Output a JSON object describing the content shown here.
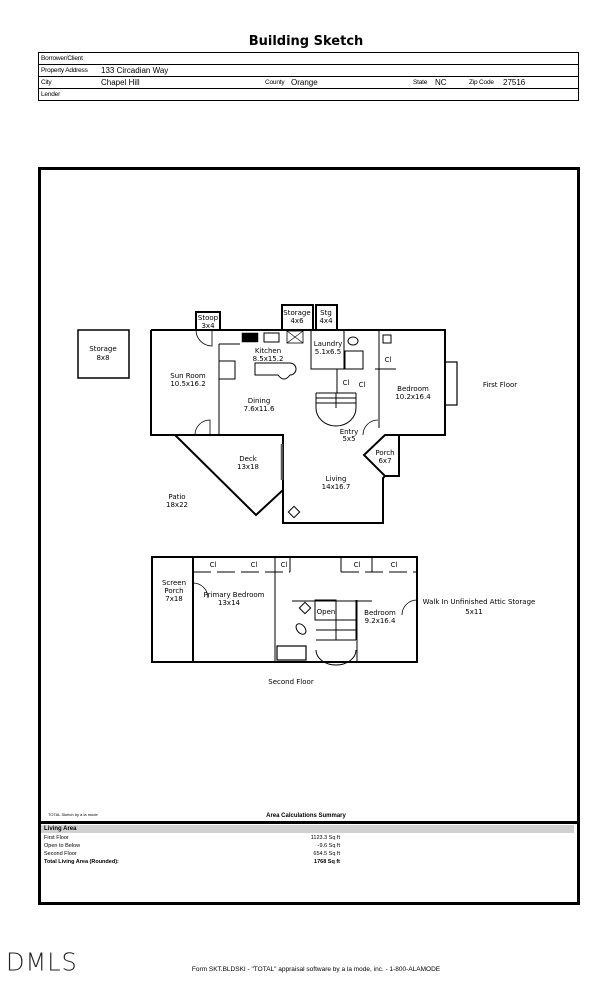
{
  "title": "Building Sketch",
  "header": {
    "borrower_label": "Borrower/Client",
    "borrower_value": "",
    "address_label": "Property Address",
    "address_value": "133 Circadian Way",
    "city_label": "City",
    "city_value": "Chapel Hill",
    "county_label": "County",
    "county_value": "Orange",
    "state_label": "State",
    "state_value": "NC",
    "zip_label": "Zip Code",
    "zip_value": "27516",
    "lender_label": "Lender"
  },
  "plan": {
    "first_floor_label": "First Floor",
    "second_floor_label": "Second Floor",
    "rooms": {
      "storage_detached": [
        "Storage",
        "8x8"
      ],
      "stoop": [
        "Stoop",
        "3x4"
      ],
      "storage": [
        "Storage",
        "4x6"
      ],
      "stg": [
        "Stg",
        "4x4"
      ],
      "kitchen": [
        "Kitchen",
        "8.5x15.2"
      ],
      "laundry": [
        "Laundry",
        "5.1x6.5"
      ],
      "sun_room": [
        "Sun Room",
        "10.5x16.2"
      ],
      "dining": [
        "Dining",
        "7.6x11.6"
      ],
      "bedroom1": [
        "Bedroom",
        "10.2x16.4"
      ],
      "entry": [
        "Entry",
        "5x5"
      ],
      "porch": [
        "Porch",
        "6x7"
      ],
      "deck": [
        "Deck",
        "13x18"
      ],
      "living": [
        "Living",
        "14x16.7"
      ],
      "patio": [
        "Patio",
        "18x22"
      ],
      "screen_porch": [
        "Screen",
        "Porch",
        "7x18"
      ],
      "primary_bedroom": [
        "Primary Bedroom",
        "13x14"
      ],
      "open": "Open",
      "bedroom2": [
        "Bedroom",
        "9.2x16.4"
      ],
      "attic": [
        "Walk In Unfinished Attic Storage",
        "5x11"
      ],
      "closet": "Cl"
    }
  },
  "summary": {
    "credit": "TOTAL Sketch by a la mode",
    "title": "Area Calculations Summary",
    "section": "Living Area",
    "rows": [
      {
        "label": "First Floor",
        "value": "1123.3 Sq ft"
      },
      {
        "label": "Open to Below",
        "value": "-9.6 Sq ft"
      },
      {
        "label": "Second Floor",
        "value": "654.5 Sq ft"
      },
      {
        "label": "Total Living Area (Rounded):",
        "value": "1768 Sq ft"
      }
    ]
  },
  "logo": "DMLS",
  "footer": "Form SKT.BLDSKI - \"TOTAL\" appraisal software by a la mode, inc. - 1-800-ALAMODE"
}
